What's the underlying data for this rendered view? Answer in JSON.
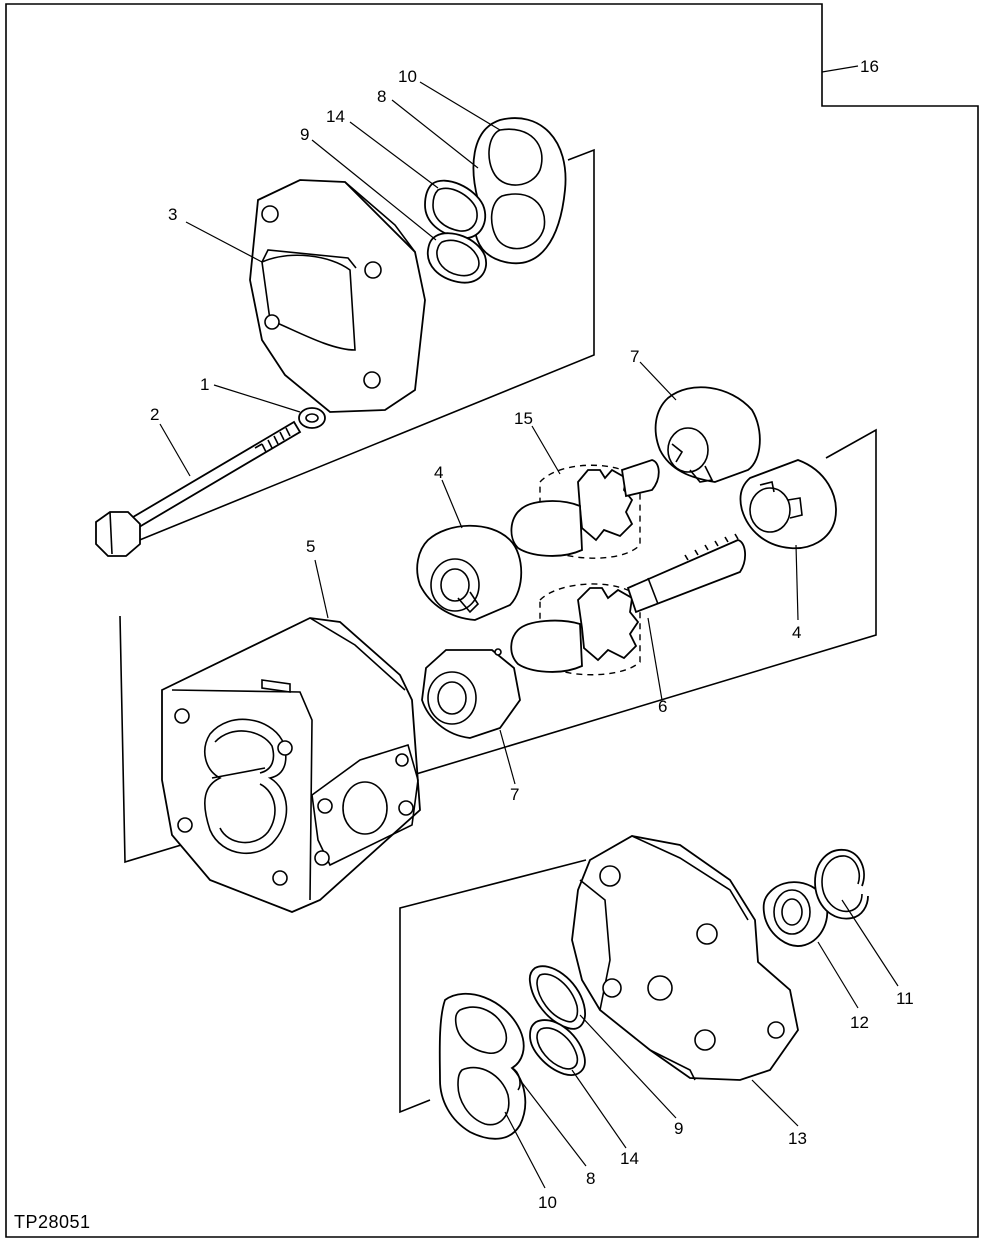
{
  "figure_id": "TP28051",
  "callouts": {
    "c1": "1",
    "c2": "2",
    "c3": "3",
    "c4a": "4",
    "c4b": "4",
    "c5": "5",
    "c6": "6",
    "c7a": "7",
    "c7b": "7",
    "c8a": "8",
    "c8b": "8",
    "c9a": "9",
    "c9b": "9",
    "c10a": "10",
    "c10b": "10",
    "c11": "11",
    "c12": "12",
    "c13": "13",
    "c14a": "14",
    "c14b": "14",
    "c15": "15",
    "c16": "16"
  }
}
